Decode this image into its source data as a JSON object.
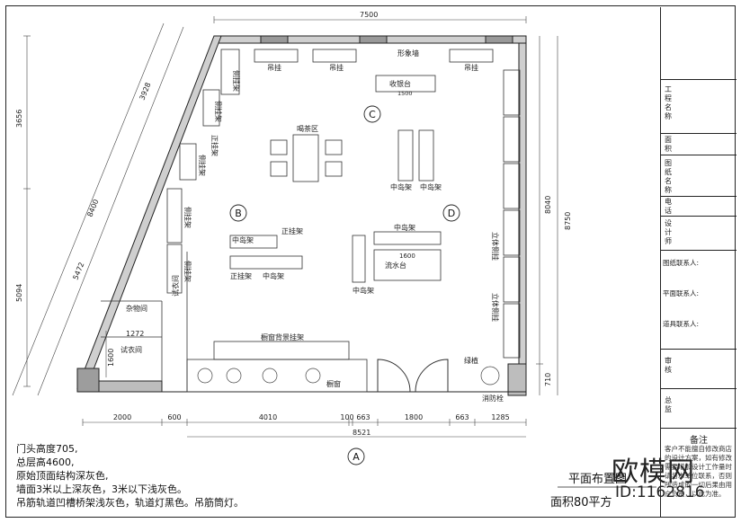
{
  "plan": {
    "title": "平面布置图",
    "area": "面积80平方",
    "watermark_brand": "欧模网",
    "image_id": "ID:1162816"
  },
  "notes": [
    "门头高度705,",
    "总层高4600,",
    "原始顶面结构深灰色,",
    "墙面3米以上深灰色，3米以下浅灰色。",
    "吊筋轨道凹槽桥架浅灰色，轨道灯黑色。吊筋筒灯。"
  ],
  "dimensions": {
    "top_total": "7500",
    "right_outer": "8750",
    "right_inner": "8040",
    "right_small": "710",
    "left_upper": "3656",
    "left_lower": "5094",
    "diag_outer": "3928",
    "diag_mid": "8400",
    "diag_inner": "5472",
    "bottom_segments": [
      "2000",
      "600",
      "4010",
      "100",
      "663",
      "1800",
      "663",
      "1285"
    ],
    "bottom_total": "8521",
    "fitting_width": "1272",
    "fitting_depth": "1600",
    "cashier_width": "1500",
    "counter_width": "1600"
  },
  "labels": {
    "image_wall": "形象墙",
    "hanging": "吊挂",
    "cashier": "收银台",
    "tea_area": "喝茶区",
    "island_rack": "中岛架",
    "front_rack": "正挂架",
    "side_rack": "侧挂架",
    "side_rack_alt": "侧挂架",
    "standing_side_rack": "立体侧挂",
    "sink_counter": "流水台",
    "storage": "杂物间",
    "fitting_room": "试衣间",
    "window_rack": "橱窗背景挂架",
    "shop_window": "橱窗",
    "plant": "绿植",
    "hydrant": "消防栓"
  },
  "markers": {
    "a": "A",
    "b": "B",
    "c": "C",
    "d": "D"
  },
  "title_block": {
    "project_name": "工程名称",
    "area": "面积",
    "drawing_name": "图纸名称",
    "phone": "电话",
    "designer": "设计师",
    "drawing_contact": "图纸联系人:",
    "layout_contact": "平面联系人:",
    "lighting_contact": "道具联系人:",
    "review": "审核",
    "chief": "总监",
    "remarks_title": "备注",
    "remarks_text": "客户不能擅自修改商店的设计方案，如有修改需要增加设计工作量时请与本单位联系，否则所造成的一切后果由用户负责，以此为准。"
  }
}
